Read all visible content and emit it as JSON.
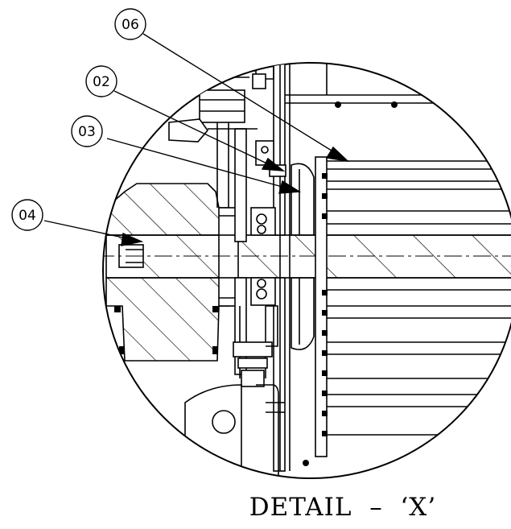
{
  "drawing": {
    "callouts": [
      {
        "id": "06",
        "label": "06"
      },
      {
        "id": "02",
        "label": "02"
      },
      {
        "id": "03",
        "label": "03"
      },
      {
        "id": "04",
        "label": "04"
      }
    ],
    "caption": "DETAIL  –  ‘X’",
    "line_color": "#000000",
    "background_color": "#ffffff"
  }
}
